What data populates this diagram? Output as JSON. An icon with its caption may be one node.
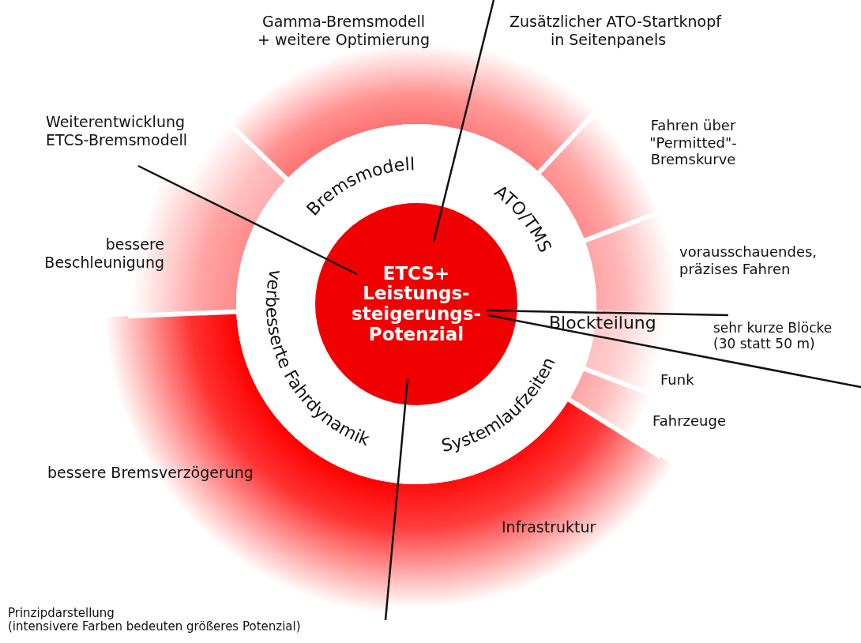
{
  "diagram": {
    "caption": "Prinzipdarstellung (intensivere Farben bedeuten größeres Potenzial)",
    "nodes": [
      {
        "text": [
          "ETCS+ Leistungs- steigerungs- Potenzial"
        ]
      }
    ],
    "labels": [
      "Gamma-Bremsmodell + weitere Optimierung",
      "Zusätzlicher ATO-Startknopf in Seitenpanels",
      "Weiterentwicklung ETCS-Bremsmodell",
      "Fahren über \"Permitted\"- Bremskurve",
      "Bremsmodell",
      "ATO/TMS",
      "bessere Beschleunigung",
      "vorausschauendes, präzises Fahren",
      "verbesserte Fahrdynamik",
      "Blockteilung",
      "sehr kurze Blöcke (30 statt 50 m)",
      "Funk",
      "Fahrzeuge",
      "Systemlaufzeiten",
      "bessere Bremsverzögerung",
      "Infrastruktur"
    ]
  }
}
